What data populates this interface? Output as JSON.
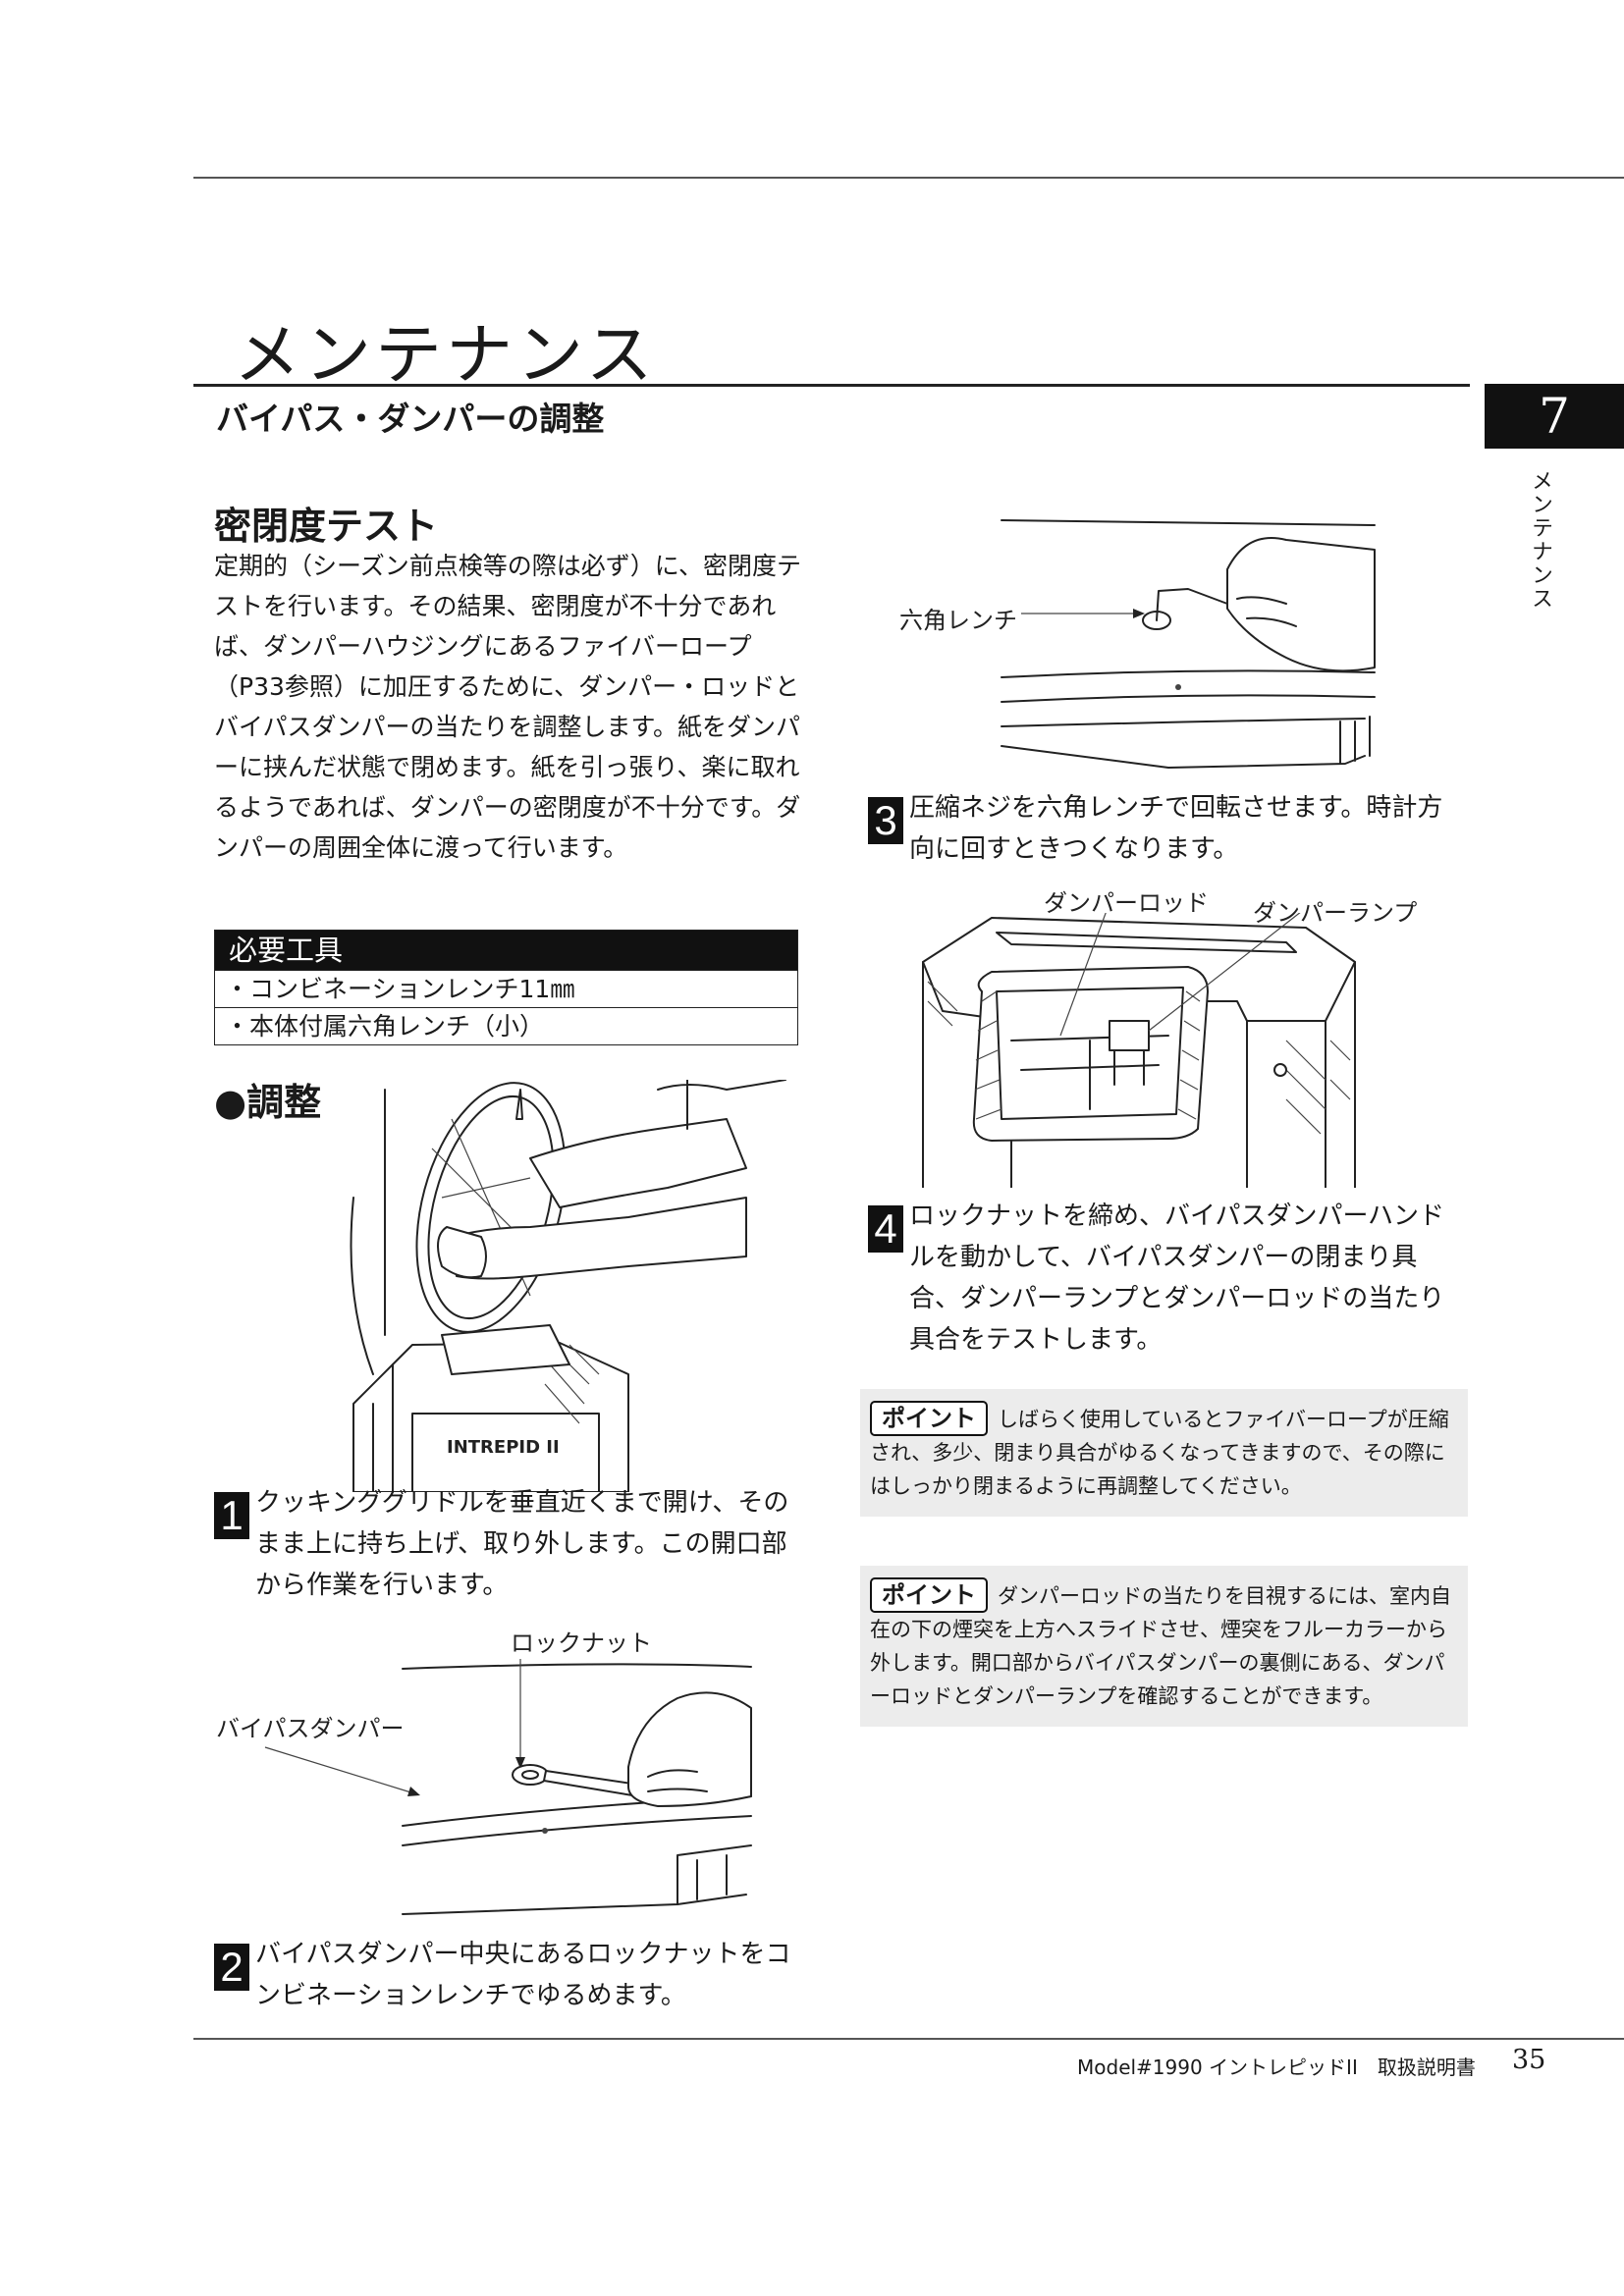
{
  "header": {
    "chapter_title": "メンテナンス",
    "section_title": "バイパス・ダンパーの調整",
    "chapter_number": "7",
    "side_label": "メンテナンス"
  },
  "intro": {
    "heading": "密閉度テスト",
    "body": "定期的（シーズン前点検等の際は必ず）に、密閉度テストを行います。その結果、密閉度が不十分であれば、ダンパーハウジングにあるファイバーロープ（P33参照）に加圧するために、ダンパー・ロッドとバイパスダンパーの当たりを調整します。紙をダンパーに挟んだ状態で閉めます。紙を引っ張り、楽に取れるようであれば、ダンパーの密閉度が不十分です。ダンパーの周囲全体に渡って行います。"
  },
  "tools": {
    "heading": "必要工具",
    "items": [
      "・コンビネーションレンチ11㎜",
      "・本体付属六角レンチ（小）"
    ]
  },
  "adjust_heading": "●調整",
  "steps": [
    {
      "num": "1",
      "text": "クッキンググリドルを垂直近くまで開け、そのまま上に持ち上げ、取り外します。この開口部から作業を行います。"
    },
    {
      "num": "2",
      "text": "バイパスダンパー中央にあるロックナットをコンビネーションレンチでゆるめます。"
    },
    {
      "num": "3",
      "text": "圧縮ネジを六角レンチで回転させます。時計方向に回すときつくなります。"
    },
    {
      "num": "4",
      "text": "ロックナットを締め、バイパスダンパーハンドルを動かして、バイパスダンパーの閉まり具合、ダンパーランプとダンパーロッドの当たり具合をテストします。"
    }
  ],
  "figures": {
    "fig1": {
      "stove_badge": "INTREPID II"
    },
    "fig2": {
      "label_locknut": "ロックナット",
      "label_bypass": "バイパスダンパー"
    },
    "fig3": {
      "label_hexwrench": "六角レンチ"
    },
    "fig4": {
      "label_rod": "ダンパーロッド",
      "label_ramp": "ダンパーランプ"
    }
  },
  "points": [
    {
      "badge": "ポイント",
      "text": "しばらく使用しているとファイバーロープが圧縮され、多少、閉まり具合がゆるくなってきますので、その際にはしっかり閉まるように再調整してください。"
    },
    {
      "badge": "ポイント",
      "text": "ダンパーロッドの当たりを目視するには、室内自在の下の煙突を上方へスライドさせ、煙突をフルーカラーから外します。開口部からバイパスダンパーの裏側にある、ダンパーロッドとダンパーランプを確認することができます。"
    }
  ],
  "footer": {
    "model_text": "Model#1990 イントレピッドII　取扱説明書",
    "page_number": "35"
  }
}
